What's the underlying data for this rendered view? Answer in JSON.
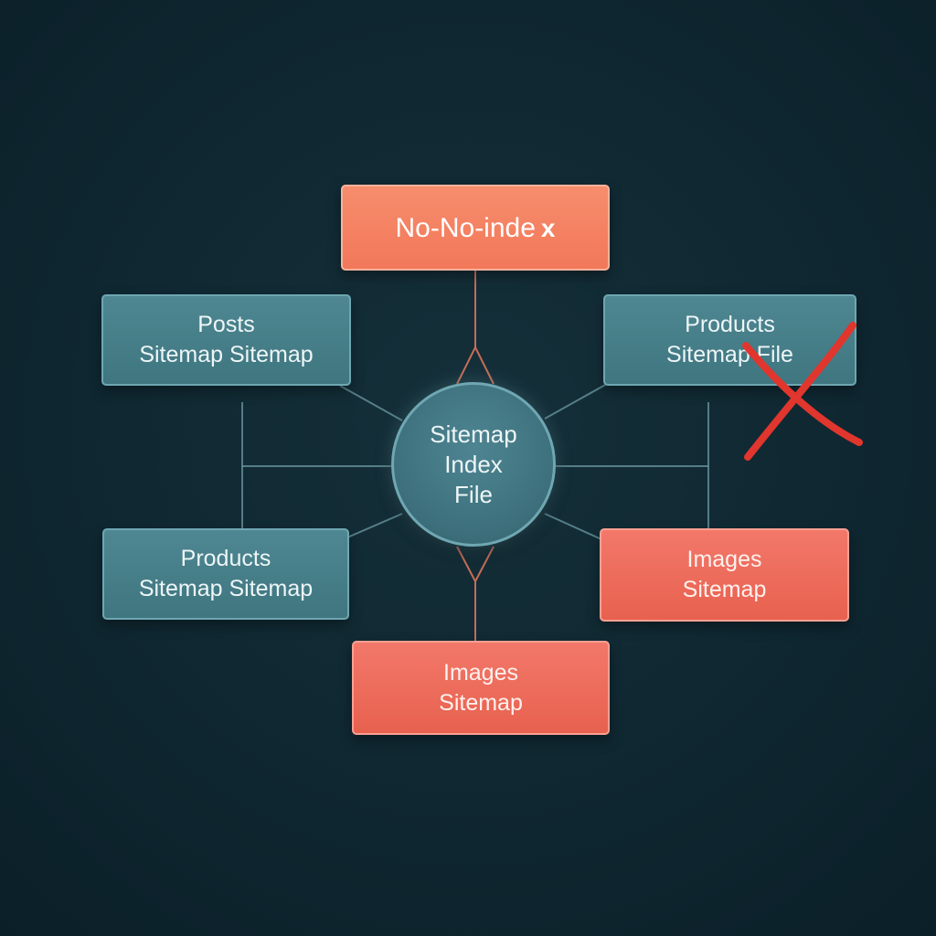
{
  "diagram": {
    "top_node": {
      "label": "No-No-inde",
      "mark": "x"
    },
    "hub": {
      "lines": [
        "Sitemap",
        "Index",
        "File"
      ]
    },
    "nodes": {
      "posts": {
        "line1": "Posts",
        "line2": "Sitemap Sitemap"
      },
      "products_top": {
        "line1": "Products",
        "line2": "Sitemap File"
      },
      "products_bottom": {
        "line1": "Products",
        "line2": "Sitemap Sitemap"
      },
      "images_right": {
        "line1": "Images",
        "line2": "Sitemap"
      },
      "images_bottom": {
        "line1": "Images",
        "line2": "Sitemap"
      }
    },
    "colors": {
      "background": "#0f2731",
      "teal_node": "#4a818c",
      "coral_node": "#ee6b5a",
      "orange_node": "#f4825f",
      "connector": "#6e9aa3",
      "accent_connector": "#d9745c",
      "cross": "#e0362e"
    },
    "icons": [
      "cross-out-icon",
      "x-mark-icon"
    ]
  }
}
